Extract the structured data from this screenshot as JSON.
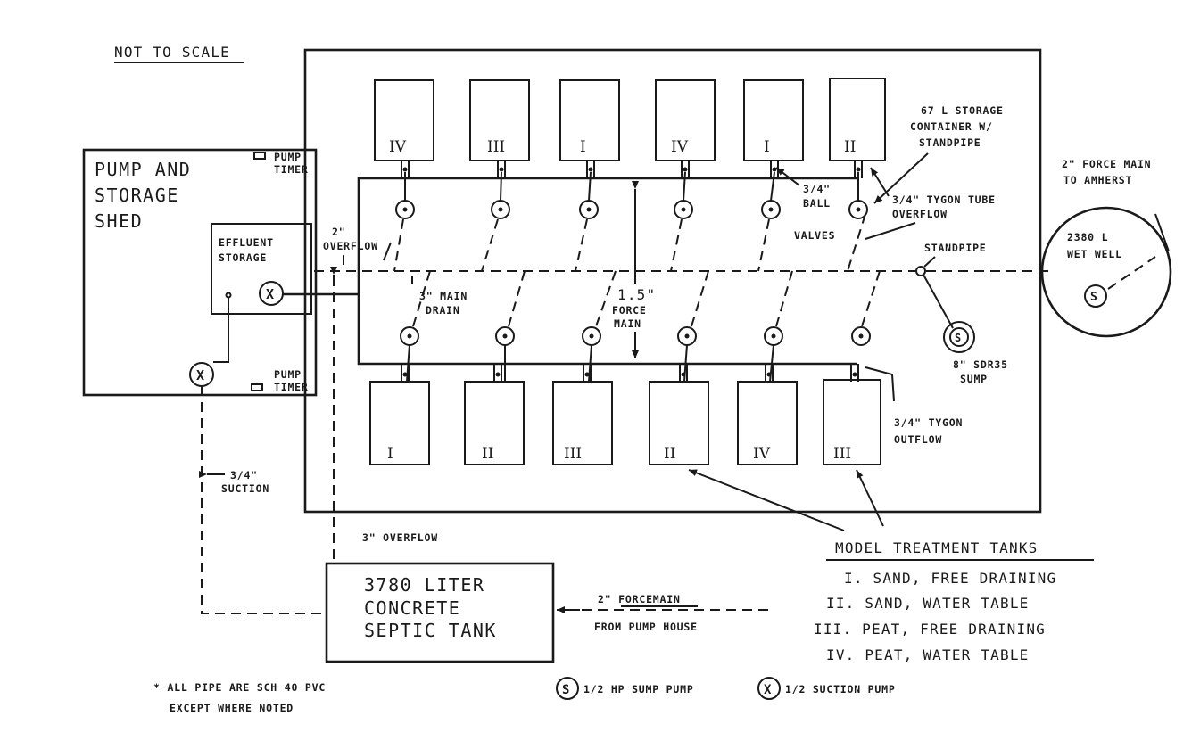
{
  "note_scale": "NOT TO SCALE",
  "shed": {
    "title_1": "PUMP AND",
    "title_2": "STORAGE",
    "title_3": "SHED",
    "pump_timer_top_1": "PUMP",
    "pump_timer_top_2": "TIMER",
    "pump_timer_bottom_1": "PUMP",
    "pump_timer_bottom_2": "TIMER",
    "effluent_1": "EFFLUENT",
    "effluent_2": "STORAGE"
  },
  "labels": {
    "overflow_2_a": "2\"",
    "overflow_2_b": "OVERFLOW",
    "main_drain_1": "3\" MAIN",
    "main_drain_2": "DRAIN",
    "force_main_1": "1.5\"",
    "force_main_2": "FORCE",
    "force_main_3": "MAIN",
    "storage_1": "67 L STORAGE",
    "storage_2": "CONTAINER W/",
    "storage_3": "STANDPIPE",
    "ball_1": "3/4\"",
    "ball_2": "BALL",
    "ball_3": "VALVES",
    "tygon_1": "3/4\" TYGON TUBE",
    "tygon_2": "OVERFLOW",
    "standpipe": "STANDPIPE",
    "force_amherst_1": "2\" FORCE MAIN",
    "force_amherst_2": "TO AMHERST",
    "wet_well_1": "2380 L",
    "wet_well_2": "WET WELL",
    "sump_1": "8\" SDR35",
    "sump_2": "SUMP",
    "outflow_1": "3/4\" TYGON",
    "outflow_2": "OUTFLOW",
    "suction_1": "3/4\"",
    "suction_2": "SUCTION",
    "overflow_3": "3\" OVERFLOW",
    "forcemain_1": "2\" FORCEMAIN",
    "forcemain_2": "FROM PUMP HOUSE"
  },
  "septic": {
    "line_1": "3780 LITER",
    "line_2": "CONCRETE",
    "line_3": "SEPTIC TANK"
  },
  "tanks_top": [
    "IV",
    "III",
    "I",
    "IV",
    "I",
    "II"
  ],
  "tanks_bottom": [
    "I",
    "II",
    "III",
    "II",
    "IV",
    "III"
  ],
  "legend": {
    "title": "MODEL TREATMENT TANKS",
    "items": [
      "I. SAND, FREE DRAINING",
      "II. SAND, WATER TABLE",
      "III. PEAT, FREE DRAINING",
      "IV. PEAT, WATER TABLE"
    ]
  },
  "symbols": {
    "s": "S",
    "s_label": "1/2 HP SUMP PUMP",
    "x": "X",
    "x_label": "1/2 SUCTION PUMP"
  },
  "footnote_1": "* ALL PIPE ARE SCH 40 PVC",
  "footnote_2": "EXCEPT WHERE NOTED"
}
